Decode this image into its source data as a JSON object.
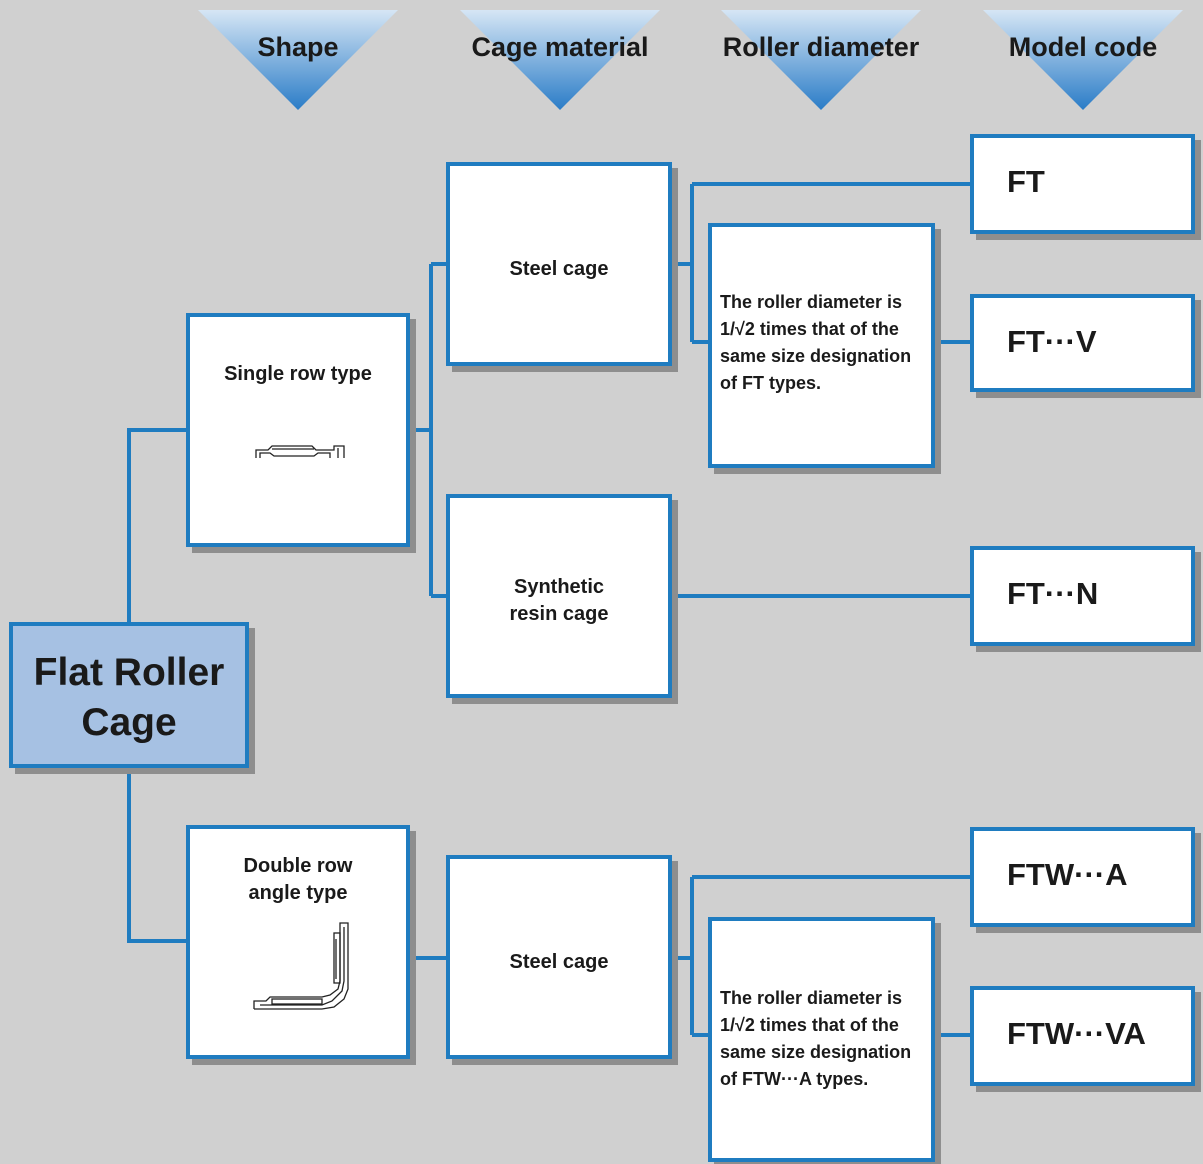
{
  "headers": {
    "shape": "Shape",
    "cage_material": "Cage material",
    "roller_diameter": "Roller diameter",
    "model_code": "Model code"
  },
  "root": {
    "line1": "Flat Roller",
    "line2": "Cage"
  },
  "shapes": {
    "single": {
      "line1": "Single row type"
    },
    "double": {
      "line1": "Double row",
      "line2": "angle type"
    }
  },
  "cages": {
    "steel_single": "Steel cage",
    "resin_line1": "Synthetic",
    "resin_line2": "resin cage",
    "steel_double": "Steel cage"
  },
  "notes": {
    "ft": {
      "line1": "The roller diameter is",
      "line2_prefix": "1/√",
      "line2_radicand": "2",
      "line2_suffix": " times that of the",
      "line3": "same size designation",
      "line4": "of FT types."
    },
    "ftw": {
      "line1": "The roller diameter is",
      "line2_prefix": "1/√",
      "line2_radicand": "2",
      "line2_suffix": " times that of the",
      "line3": "same size designation",
      "line4": "of FTW···A types."
    }
  },
  "models": {
    "ft": "FT",
    "ft_v": "FT···V",
    "ft_n": "FT···N",
    "ftw_a": "FTW···A",
    "ftw_va": "FTW···VA"
  },
  "colors": {
    "background": "#d0d0d0",
    "line_blue": "#1f7cc0",
    "root_fill": "#a6c1e3",
    "header_triangle_light": "#d6e6f5",
    "header_triangle_dark": "#2a7cc7",
    "shadow": "#8e8e8e"
  }
}
